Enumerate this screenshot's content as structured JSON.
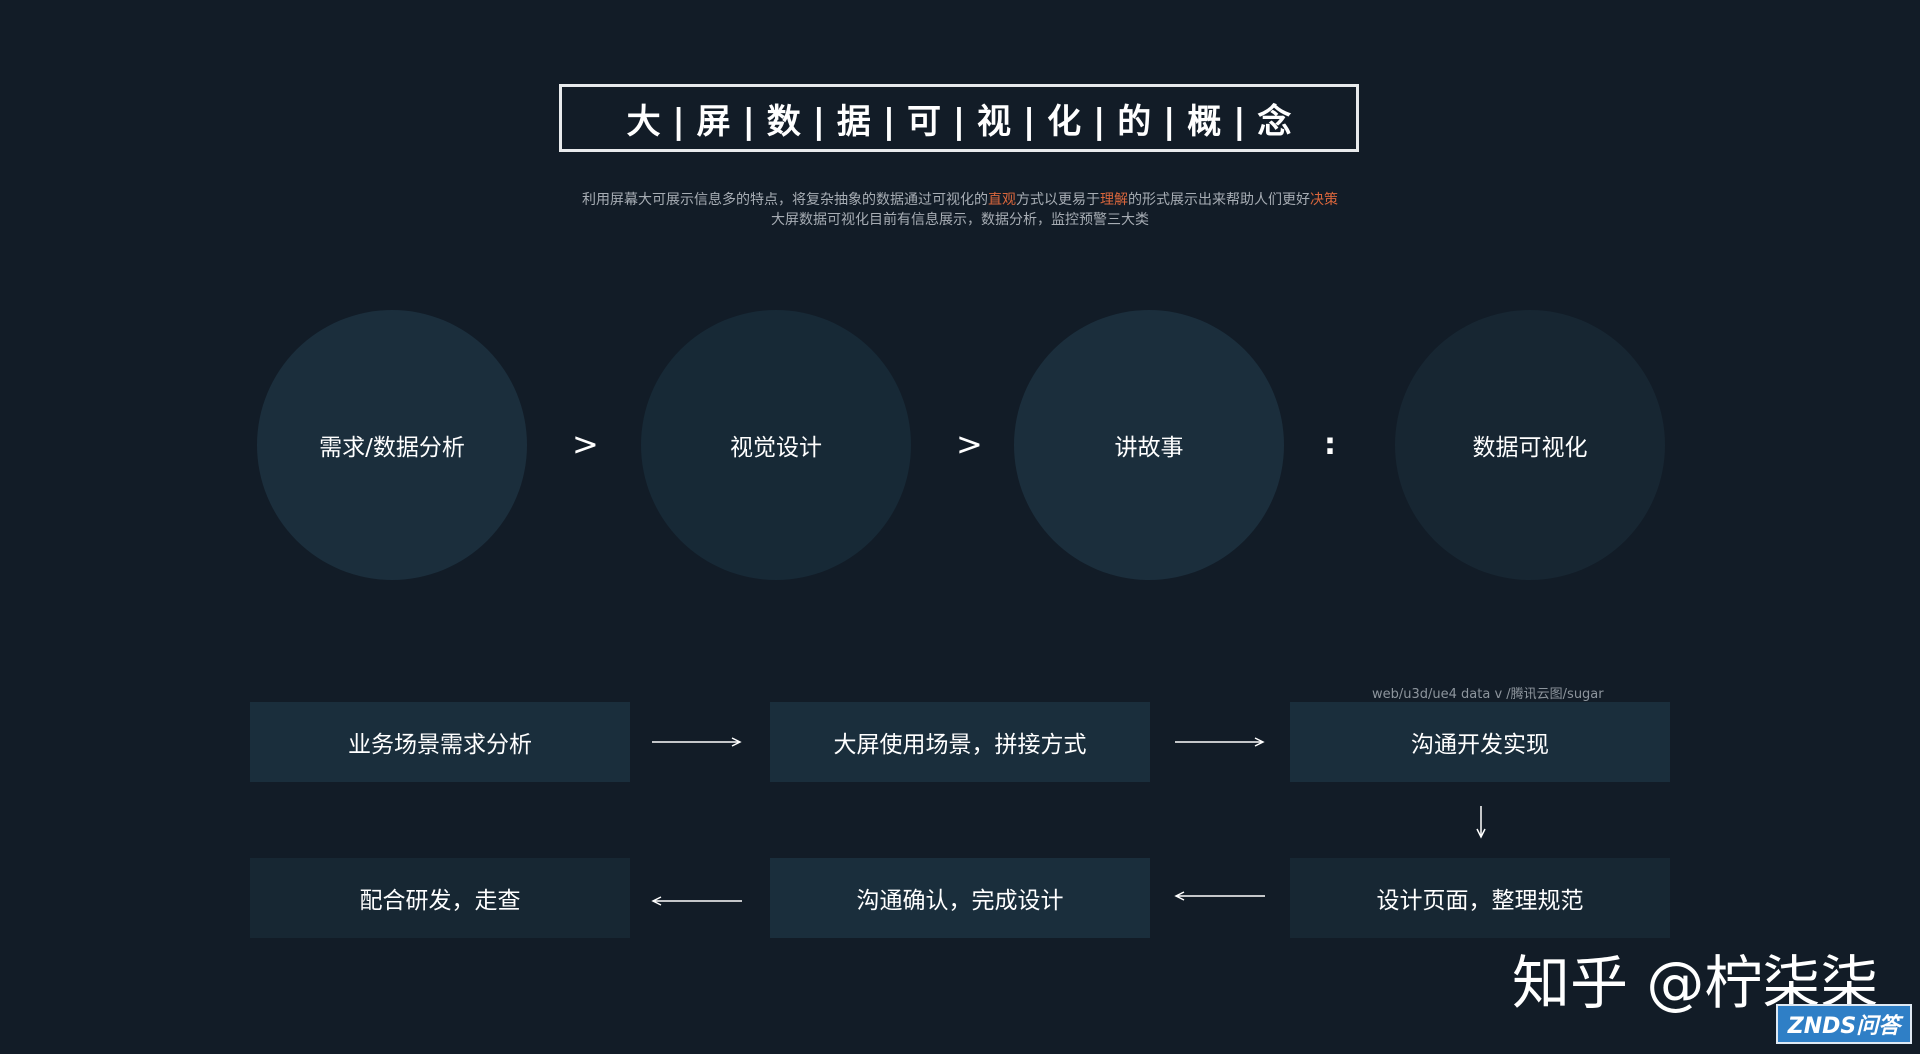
{
  "title": "大 | 屏 | 数 | 据 | 可 | 视 | 化 | 的 | 概 | 念",
  "subtitle": {
    "line1_parts": [
      "利用屏幕大可展示信息多的特点，将复杂抽象的数据通过可视化的",
      "直观",
      "方式以更易于",
      "理解",
      "的形式展示出来帮助人们更好",
      "决策"
    ],
    "line2": "大屏数据可视化目前有信息展示，数据分析，监控预警三大类",
    "highlight_color": "#d9663c"
  },
  "formula": {
    "items": [
      "需求/数据分析",
      "视觉设计",
      "讲故事",
      "数据可视化"
    ],
    "operators": [
      ">",
      ">",
      ":"
    ]
  },
  "flow": {
    "tech_note": "web/u3d/ue4   data v /腾讯云图/sugar",
    "row1": [
      "业务场景需求分析",
      "大屏使用场景，拼接方式",
      "沟通开发实现"
    ],
    "row2": [
      "配合研发，走查",
      "沟通确认，完成设计",
      "设计页面，整理规范"
    ]
  },
  "watermark": "知乎 @柠柒柒",
  "logo": "ZNDS问答",
  "colors": {
    "background": "#121c27",
    "circle": "#1b2e3c",
    "box": "#1a2e3c",
    "accent": "#d9663c"
  }
}
